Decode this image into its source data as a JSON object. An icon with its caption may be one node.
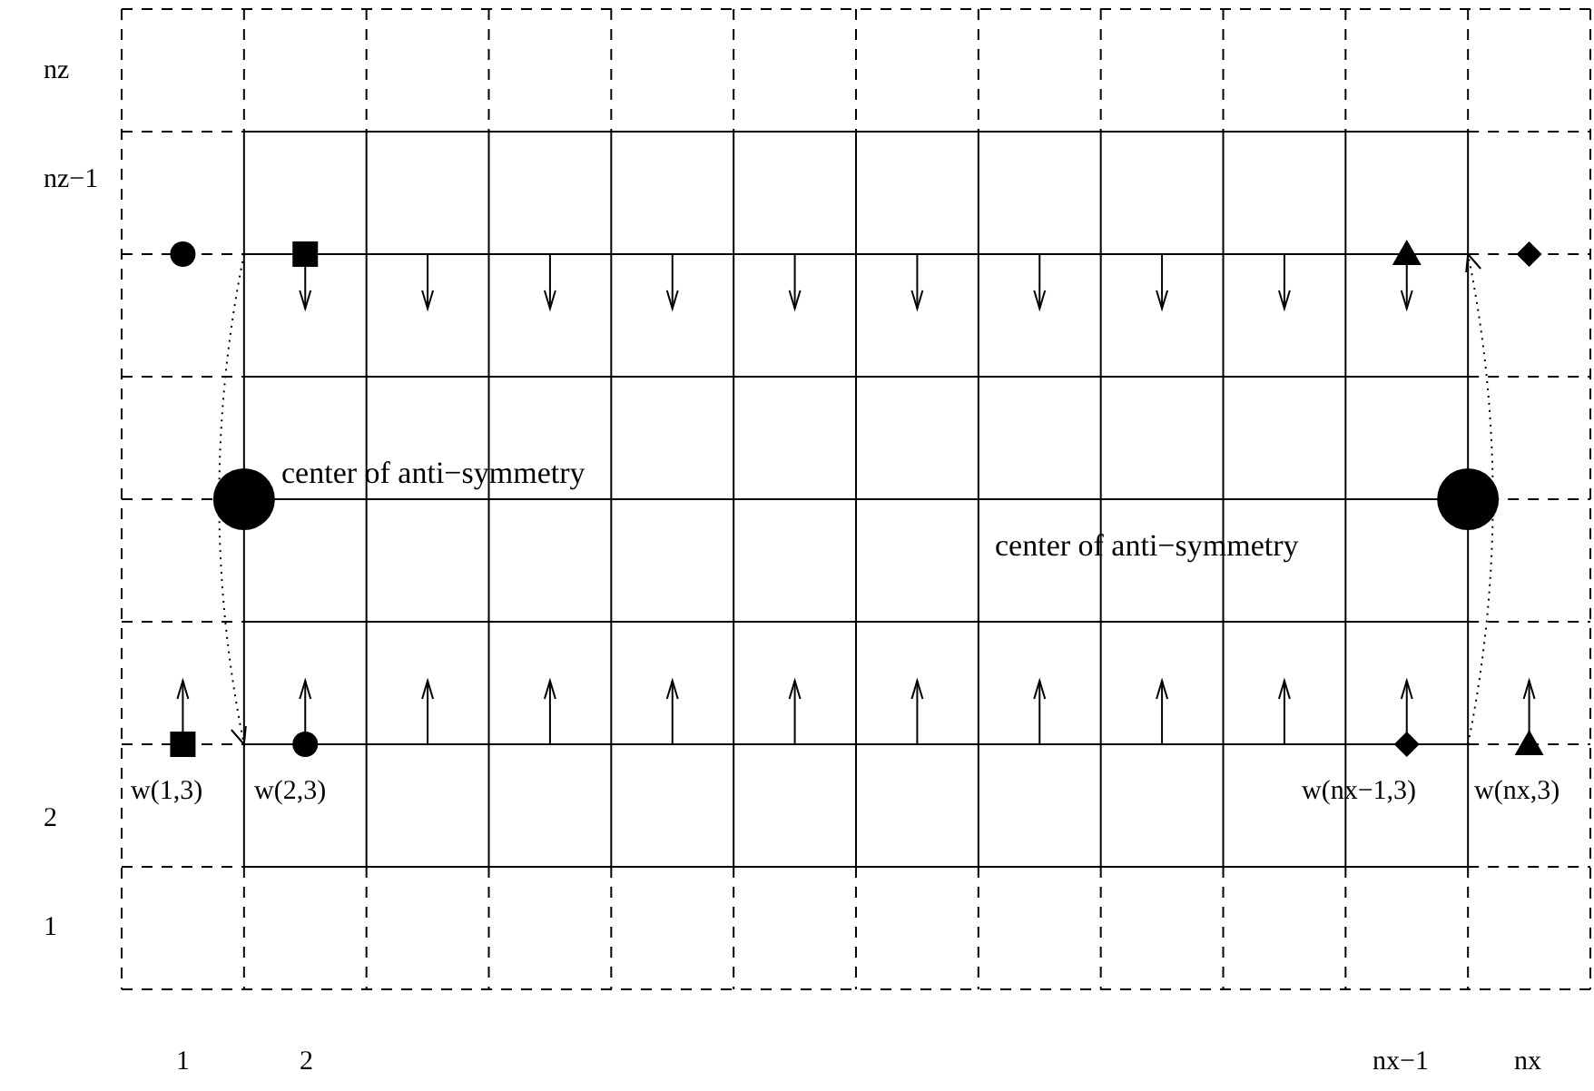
{
  "diagram": {
    "labels": [
      "nz",
      "nz−1",
      "center of anti−symmetry",
      "center of anti−symmetry",
      "w(1,3)",
      "w(2,3)",
      "w(nx−1,3)",
      "w(nx,3)",
      "2",
      "1",
      "1",
      "2",
      "nx−1",
      "nx"
    ]
  }
}
